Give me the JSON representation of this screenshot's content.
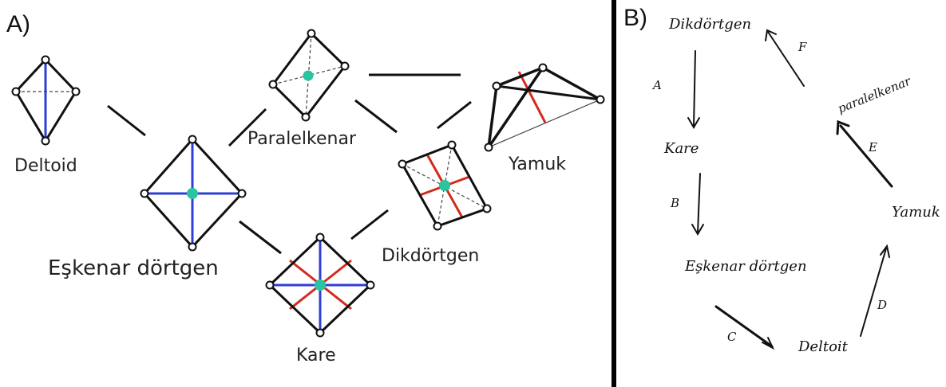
{
  "panel_a": {
    "label": "A)",
    "shapes": {
      "deltoid": "Deltoid",
      "eskenar": "Eşkenar dörtgen",
      "paralelkenar": "Paralelkenar",
      "kare": "Kare",
      "dikdortgen": "Dikdörtgen",
      "yamuk": "Yamuk"
    }
  },
  "panel_b": {
    "label": "B)",
    "nodes": {
      "dikdortgen": "Dikdörtgen",
      "kare": "Kare",
      "eskenar": "Eşkenar dörtgen",
      "deltoit": "Deltoit",
      "yamuk": "Yamuk",
      "paralelkenar": "paralelkenar"
    },
    "arrows": {
      "a": "A",
      "b": "B",
      "c": "C",
      "d": "D",
      "e": "E",
      "f": "F"
    }
  },
  "colors": {
    "outline": "#111111",
    "diagonal_blue": "#2f3fd6",
    "symmetry_red": "#d42a1e",
    "center_dot": "#2bc4a0"
  }
}
